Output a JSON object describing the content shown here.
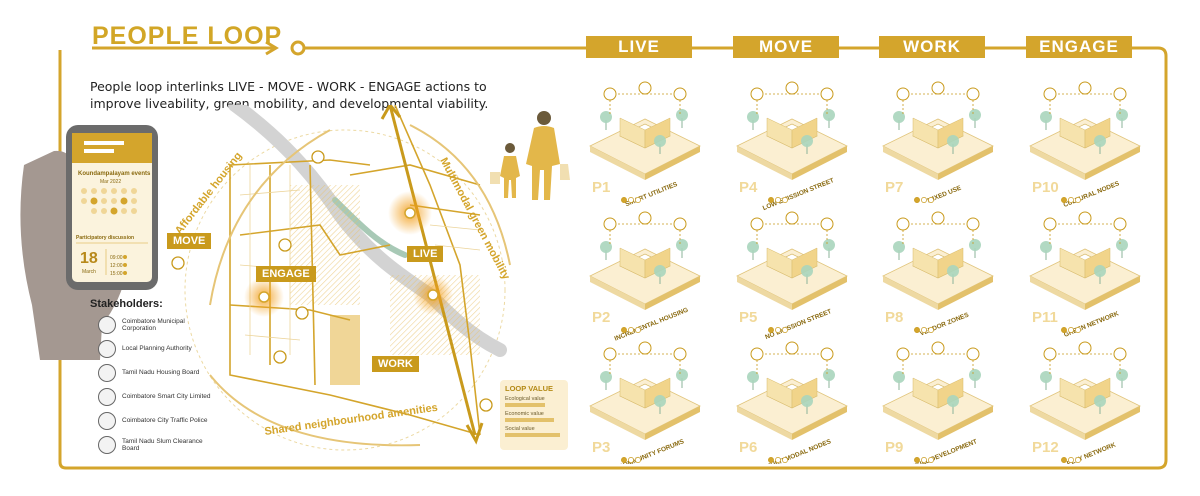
{
  "title": "PEOPLE LOOP",
  "intro": "People loop interlinks LIVE - MOVE - WORK - ENGAGE actions to improve liveability, green mobility, and developmental viability.",
  "columns": [
    "LIVE",
    "MOVE",
    "WORK",
    "ENGAGE"
  ],
  "map": {
    "labels": {
      "move": "MOVE",
      "engage": "ENGAGE",
      "live": "LIVE",
      "work": "WORK"
    },
    "curves": {
      "affordable": "Affordable housing",
      "multimodal": "Multimodal green mobility",
      "shared": "Shared neighbourhood amenities"
    }
  },
  "phone": {
    "header": "Koundampalayam events",
    "month": "Mar 2022",
    "section": "Participatory discussion",
    "day": "18",
    "day_label": "March",
    "times": [
      "09:00",
      "12:00",
      "15:00"
    ]
  },
  "stakeholders": {
    "title": "Stakeholders:",
    "items": [
      "Coimbatore Municipal Corporation",
      "Local Planning Authority",
      "Tamil Nadu Housing Board",
      "Coimbatore Smart City Limited",
      "Coimbatore City Traffic Police",
      "Tamil Nadu Slum Clearance Board"
    ]
  },
  "loop_value": {
    "title": "LOOP VALUE",
    "rows": [
      {
        "label": "Ecological value",
        "level": 0.7
      },
      {
        "label": "Economic value",
        "level": 0.85
      },
      {
        "label": "Social value",
        "level": 0.95
      }
    ]
  },
  "panels": [
    {
      "tag": "P1",
      "caption": "SMART UTILITIES"
    },
    {
      "tag": "P4",
      "caption": "LOW EMISSION STREET"
    },
    {
      "tag": "P7",
      "caption": "MIXED USE"
    },
    {
      "tag": "P10",
      "caption": "CULTURAL NODES"
    },
    {
      "tag": "P2",
      "caption": "INCREMENTAL HOUSING"
    },
    {
      "tag": "P5",
      "caption": "NO EMISSION STREET"
    },
    {
      "tag": "P8",
      "caption": "VENDOR ZONES"
    },
    {
      "tag": "P11",
      "caption": "GREEN NETWORK"
    },
    {
      "tag": "P3",
      "caption": "COMMUNITY FORUMS"
    },
    {
      "tag": "P6",
      "caption": "MULTI MODAL NODES"
    },
    {
      "tag": "P9",
      "caption": "SKILL DEVELOPMENT"
    },
    {
      "tag": "P12",
      "caption": "PLAY NETWORK"
    }
  ],
  "colors": {
    "accent": "#d4a52c",
    "accent_dark": "#b8891a",
    "light": "#f6e3ad",
    "green": "#9fd0b4"
  }
}
